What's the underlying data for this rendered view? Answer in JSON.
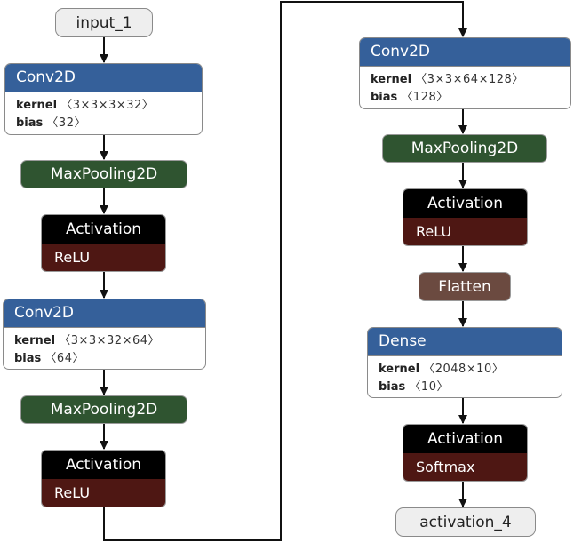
{
  "input": {
    "label": "input_1"
  },
  "conv1": {
    "title": "Conv2D",
    "kernel_label": "kernel",
    "kernel_value": "〈3×3×3×32〉",
    "bias_label": "bias",
    "bias_value": "〈32〉"
  },
  "pool1": {
    "label": "MaxPooling2D"
  },
  "act1": {
    "title": "Activation",
    "func": "ReLU"
  },
  "conv2": {
    "title": "Conv2D",
    "kernel_label": "kernel",
    "kernel_value": "〈3×3×32×64〉",
    "bias_label": "bias",
    "bias_value": "〈64〉"
  },
  "pool2": {
    "label": "MaxPooling2D"
  },
  "act2": {
    "title": "Activation",
    "func": "ReLU"
  },
  "conv3": {
    "title": "Conv2D",
    "kernel_label": "kernel",
    "kernel_value": "〈3×3×64×128〉",
    "bias_label": "bias",
    "bias_value": "〈128〉"
  },
  "pool3": {
    "label": "MaxPooling2D"
  },
  "act3": {
    "title": "Activation",
    "func": "ReLU"
  },
  "flatten": {
    "label": "Flatten"
  },
  "dense": {
    "title": "Dense",
    "kernel_label": "kernel",
    "kernel_value": "〈2048×10〉",
    "bias_label": "bias",
    "bias_value": "〈10〉"
  },
  "act4": {
    "title": "Activation",
    "func": "Softmax"
  },
  "output": {
    "label": "activation_4"
  }
}
